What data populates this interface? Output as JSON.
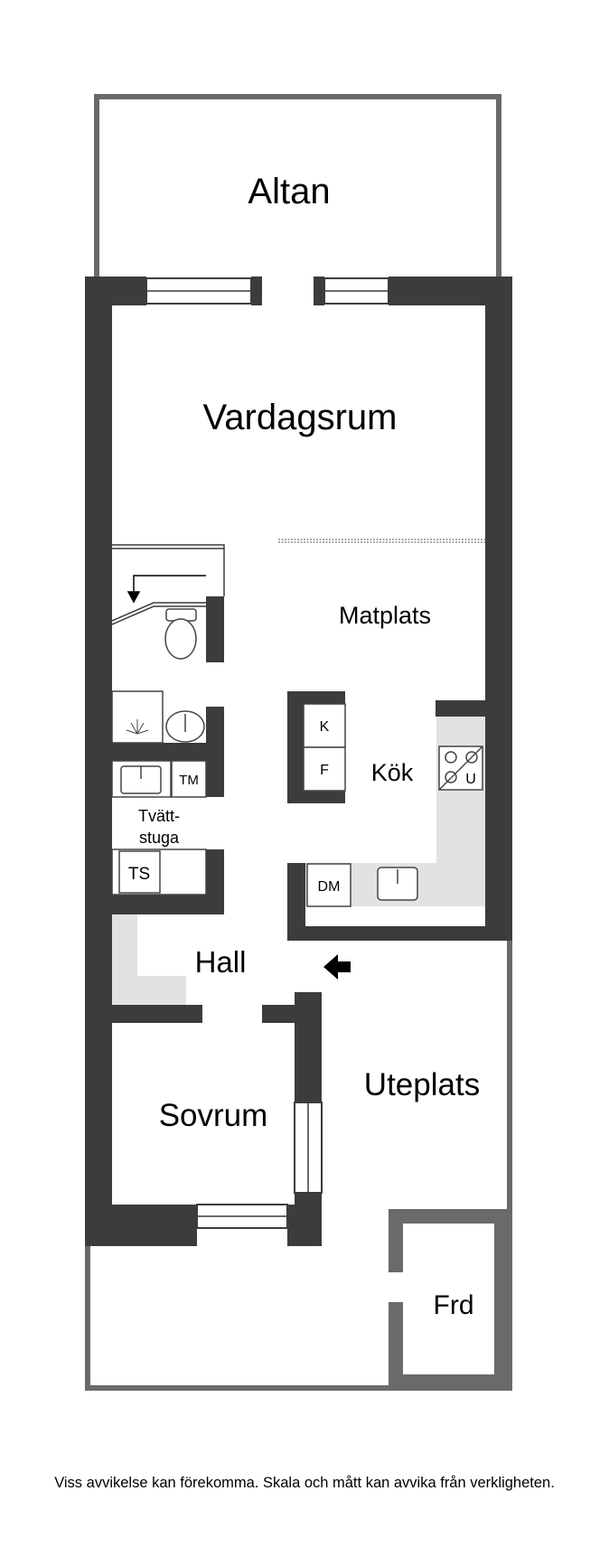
{
  "rooms": {
    "altan": "Altan",
    "vardagsrum": "Vardagsrum",
    "matplats": "Matplats",
    "kok": "Kök",
    "tvattstuga_line1": "Tvätt-",
    "tvattstuga_line2": "stuga",
    "hall": "Hall",
    "sovrum": "Sovrum",
    "uteplats": "Uteplats",
    "frd": "Frd"
  },
  "fixtures": {
    "kyl": "K",
    "frys": "F",
    "ugn": "U",
    "diskmaskin": "DM",
    "torktumlare": "TM",
    "torkskap": "TS"
  },
  "disclaimer": "Viss avvikelse kan förekomma. Skala och mått kan avvika från verkligheten.",
  "colors": {
    "wall": "#3c3c3e",
    "outdoor_wall": "#6a6a6a",
    "kitchen_floor": "#e2e2e2"
  }
}
